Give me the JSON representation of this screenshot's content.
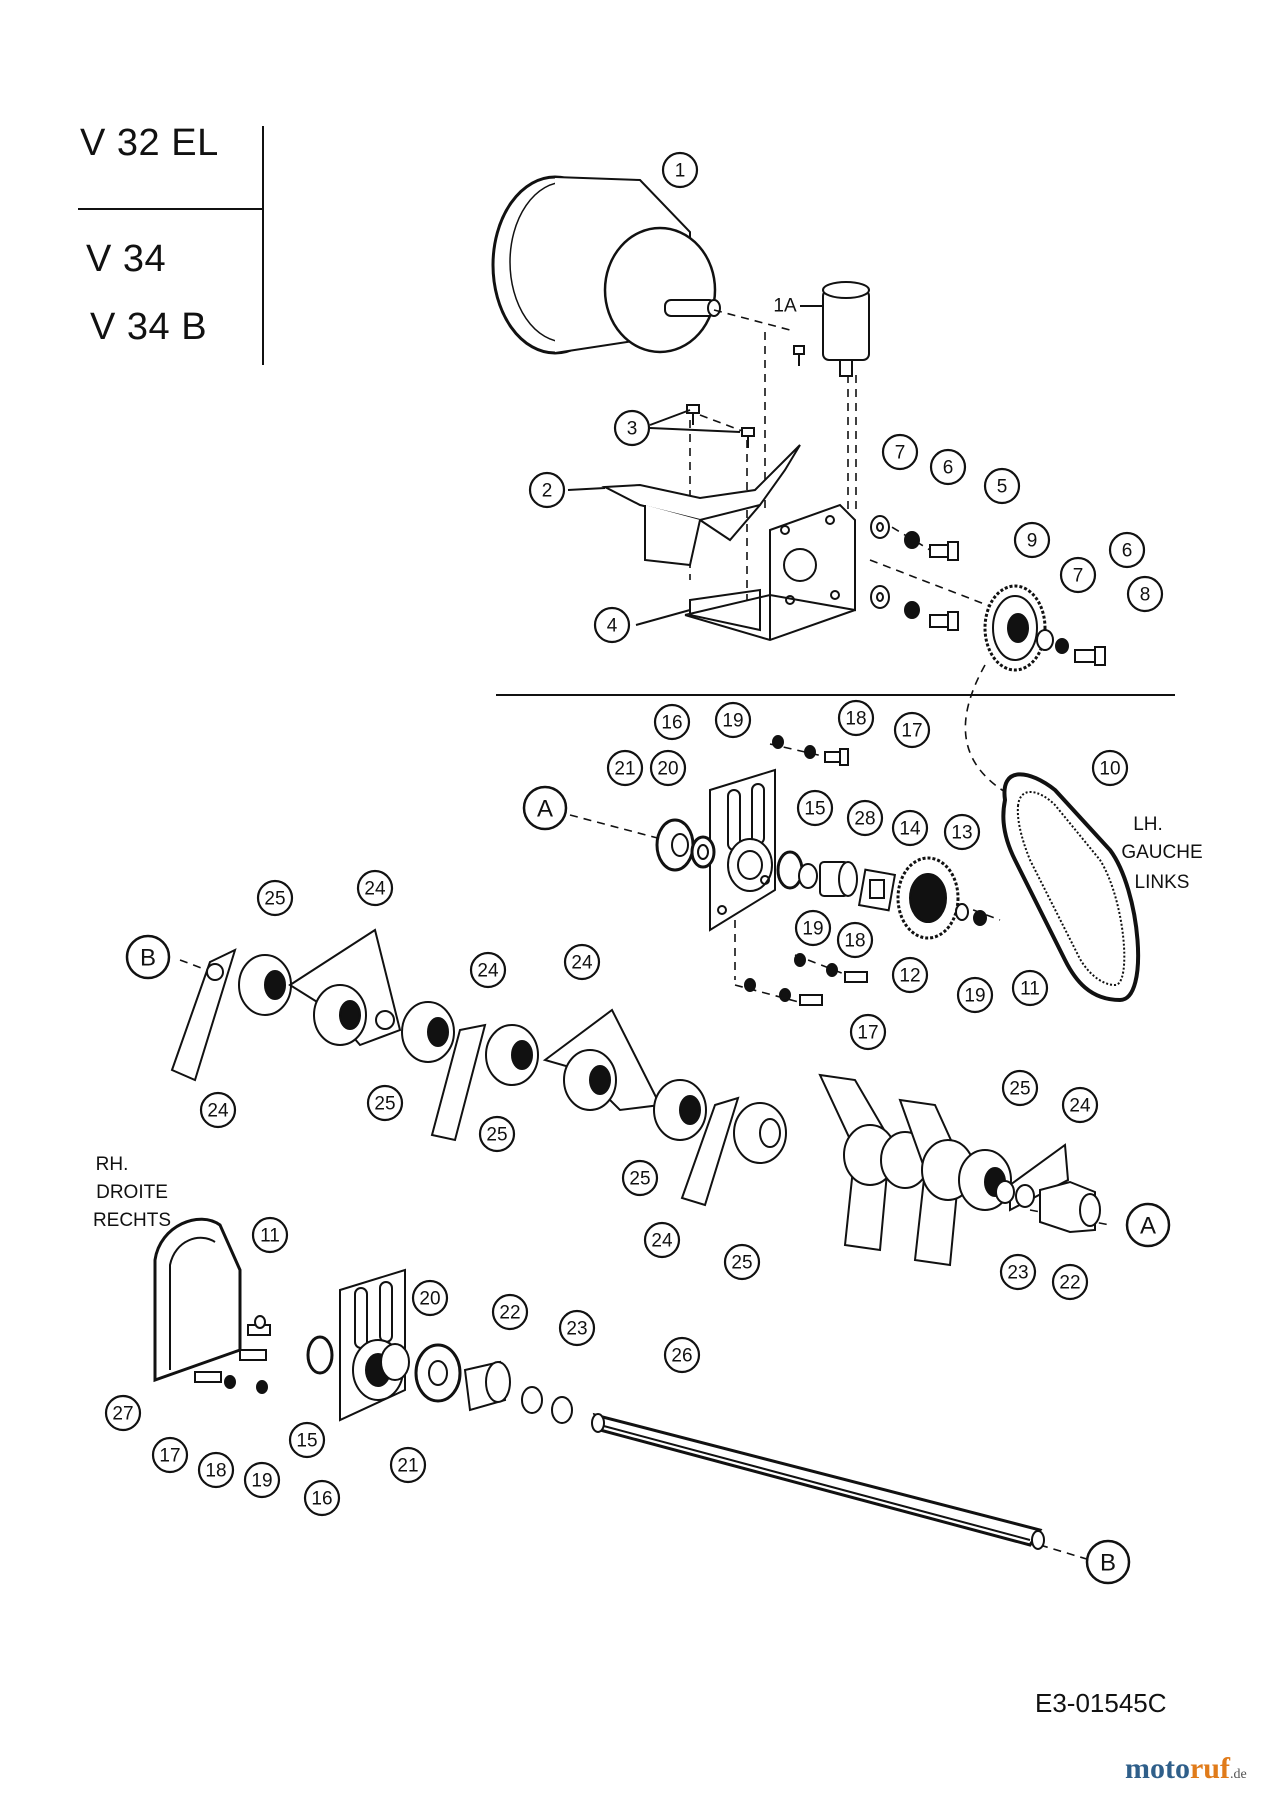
{
  "models": [
    "V 32 EL",
    "V 34",
    "V 34 B"
  ],
  "drawing_number": "E3-01545C",
  "side_labels": {
    "left_hand": [
      "LH.",
      "GAUCHE",
      "LINKS"
    ],
    "right_hand": [
      "RH.",
      "DROITE",
      "RECHTS"
    ]
  },
  "connector_labels": [
    "A",
    "B",
    "1A"
  ],
  "callouts": [
    "1",
    "2",
    "3",
    "4",
    "5",
    "6",
    "7",
    "8",
    "9",
    "10",
    "11",
    "12",
    "13",
    "14",
    "15",
    "16",
    "17",
    "18",
    "19",
    "20",
    "21",
    "22",
    "23",
    "24",
    "25",
    "26",
    "27",
    "28"
  ],
  "brand": {
    "name_part1": "moto",
    "name_part2": "ruf",
    "tld": ".de"
  }
}
